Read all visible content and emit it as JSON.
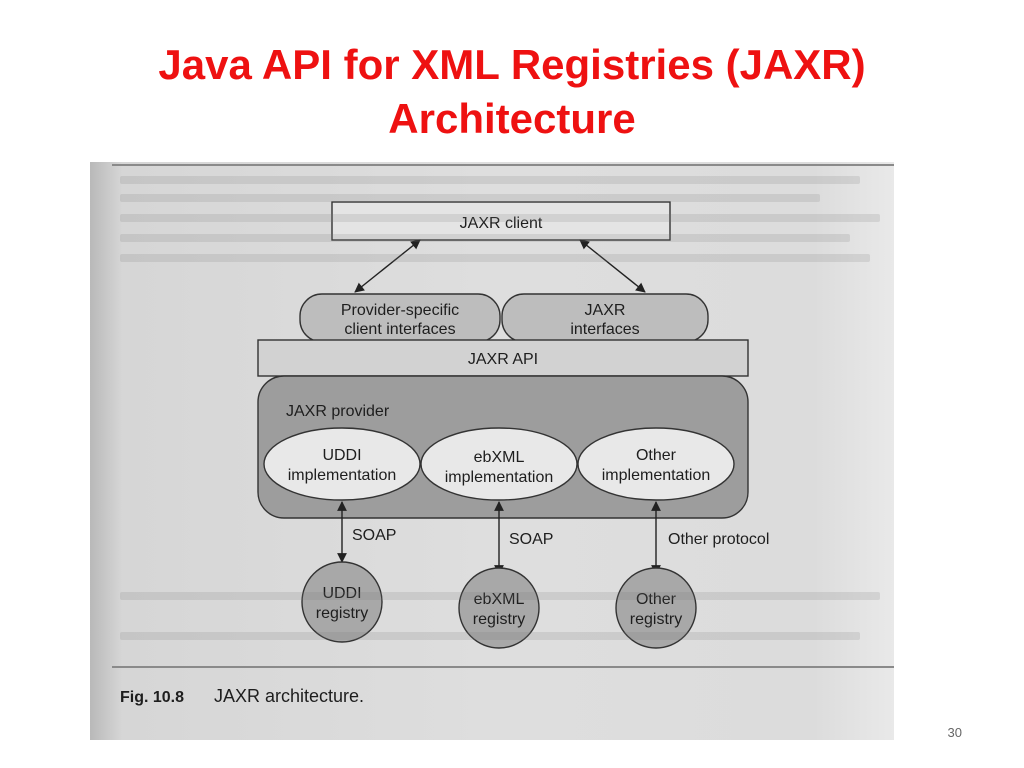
{
  "slide": {
    "title_line1": "Java API for XML Registries (JAXR)",
    "title_line2": "Architecture",
    "page_number": "30"
  },
  "diagram": {
    "jaxr_client": "JAXR client",
    "provider_specific_line1": "Provider-specific",
    "provider_specific_line2": "client interfaces",
    "jaxr_interfaces_line1": "JAXR",
    "jaxr_interfaces_line2": "interfaces",
    "jaxr_api": "JAXR API",
    "jaxr_provider": "JAXR provider",
    "uddi_impl_line1": "UDDI",
    "uddi_impl_line2": "implementation",
    "ebxml_impl_line1": "ebXML",
    "ebxml_impl_line2": "implementation",
    "other_impl_line1": "Other",
    "other_impl_line2": "implementation",
    "soap_label_1": "SOAP",
    "soap_label_2": "SOAP",
    "other_protocol_label": "Other protocol",
    "uddi_registry_line1": "UDDI",
    "uddi_registry_line2": "registry",
    "ebxml_registry_line1": "ebXML",
    "ebxml_registry_line2": "registry",
    "other_registry_line1": "Other",
    "other_registry_line2": "registry",
    "figure_number": "Fig. 10.8",
    "figure_caption": "JAXR architecture."
  }
}
